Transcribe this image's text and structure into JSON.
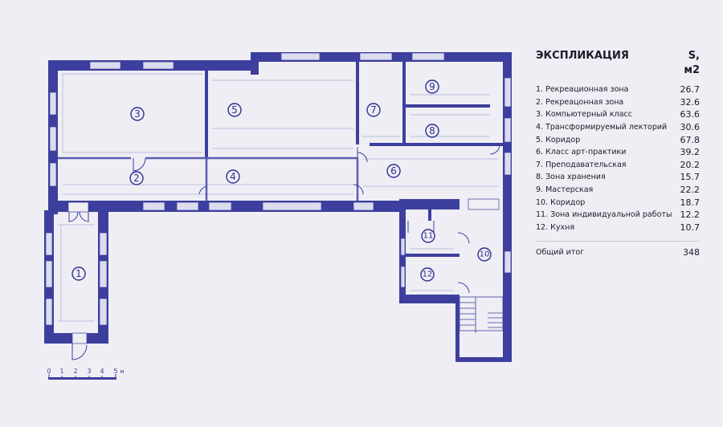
{
  "legend": {
    "title": "ЭКСПЛИКАЦИЯ",
    "area_header": "S,",
    "area_unit": "м2",
    "rows": [
      {
        "label": "1. Рекреационная зона",
        "value": "26.7"
      },
      {
        "label": "2. Рекреацонная зона",
        "value": "32.6"
      },
      {
        "label": "3. Компьютерный класс",
        "value": "63.6"
      },
      {
        "label": "4. Трансформируемый лекторий",
        "value": "30.6"
      },
      {
        "label": "5. Коридор",
        "value": "67.8"
      },
      {
        "label": "6. Класс арт-практики",
        "value": "39.2"
      },
      {
        "label": "7. Преподавательская",
        "value": "20.2"
      },
      {
        "label": "8. Зона хранения",
        "value": "15.7"
      },
      {
        "label": "9. Мастерская",
        "value": "22.2"
      },
      {
        "label": "10. Коридор",
        "value": "18.7"
      },
      {
        "label": "11. Зона индивидуальной работы",
        "value": "12.2"
      },
      {
        "label": "12. Кухня",
        "value": "10.7"
      }
    ],
    "total_label": "Общий итог",
    "total_value": "348"
  },
  "rooms": [
    "1",
    "2",
    "3",
    "4",
    "5",
    "6",
    "7",
    "8",
    "9",
    "10",
    "11",
    "12"
  ],
  "scale": {
    "ticks": [
      "0",
      "1",
      "2",
      "3",
      "4",
      "5"
    ],
    "unit": "м"
  },
  "colors": {
    "wall": "#3d3f9e",
    "background": "#efeef4"
  }
}
